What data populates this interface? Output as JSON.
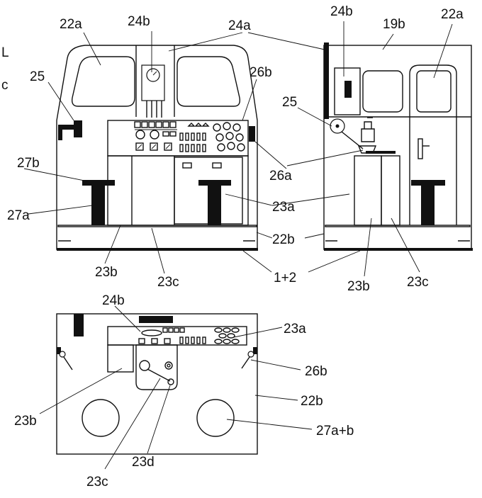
{
  "labels": {
    "l_22a_left": "22a",
    "l_24b_left": "24b",
    "l_24a": "24a",
    "l_24b_right": "24b",
    "l_19b": "19b",
    "l_22a_right": "22a",
    "l_25_left": "25",
    "l_26b_top": "26b",
    "l_25_right": "25",
    "l_27b": "27b",
    "l_26a": "26a",
    "l_27a": "27a",
    "l_23a_mid": "23a",
    "l_22b_mid": "22b",
    "l_1plus2": "1+2",
    "l_23b_left": "23b",
    "l_23c_left": "23c",
    "l_23b_right": "23b",
    "l_23c_right": "23c",
    "l_24b_plan": "24b",
    "l_23a_plan": "23a",
    "l_26b_plan": "26b",
    "l_22b_plan": "22b",
    "l_23b_plan": "23b",
    "l_27ab": "27a+b",
    "l_23c_plan": "23c",
    "l_23d": "23d",
    "edge_letter_1": "L",
    "edge_letter_2": "c"
  },
  "colors": {
    "ink": "#111111",
    "paper": "#ffffff"
  }
}
